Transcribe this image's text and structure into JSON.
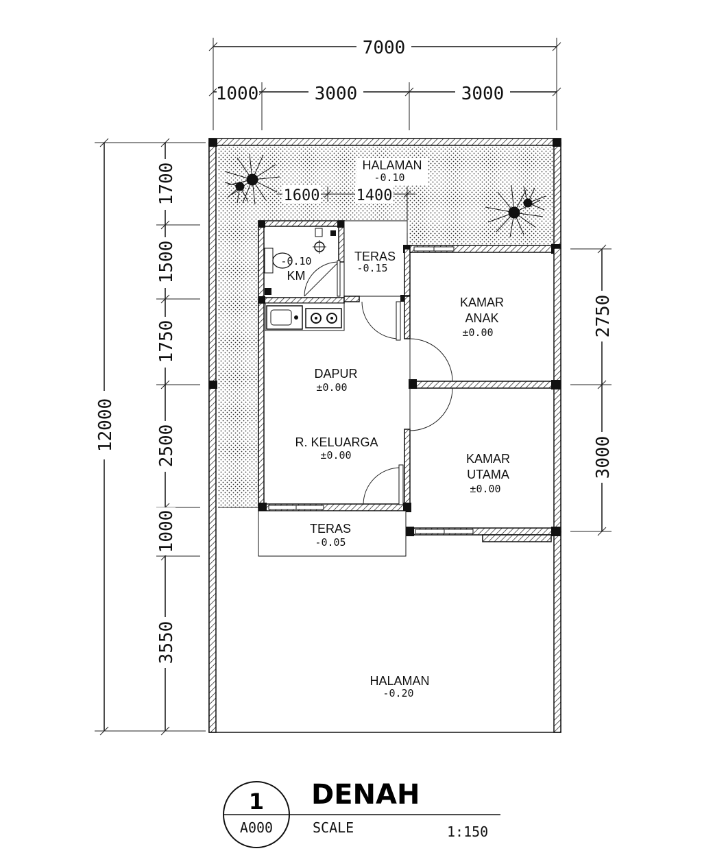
{
  "dimensions": {
    "total_width": "7000",
    "top": [
      "1000",
      "3000",
      "3000"
    ],
    "total_length": "12000",
    "left": [
      "1700",
      "1500",
      "1750",
      "2500",
      "1000",
      "3550"
    ],
    "right": [
      "2750",
      "3000"
    ],
    "inner": [
      "1600",
      "1400"
    ]
  },
  "rooms": {
    "halaman_top": {
      "name": "HALAMAN",
      "level": "-0.10"
    },
    "km": {
      "name": "KM",
      "level": "-0.10"
    },
    "teras_back": {
      "name": "TERAS",
      "level": "-0.15"
    },
    "kamar_anak": {
      "name1": "KAMAR",
      "name2": "ANAK",
      "level": "±0.00"
    },
    "dapur": {
      "name": "DAPUR",
      "level": "±0.00"
    },
    "r_keluarga": {
      "name": "R. KELUARGA",
      "level": "±0.00"
    },
    "kamar_utama": {
      "name1": "KAMAR",
      "name2": "UTAMA",
      "level": "±0.00"
    },
    "teras_front": {
      "name": "TERAS",
      "level": "-0.05"
    },
    "halaman_bottom": {
      "name": "HALAMAN",
      "level": "-0.20"
    }
  },
  "title_block": {
    "number": "1",
    "sheet": "A000",
    "title": "DENAH",
    "scale_label": "SCALE",
    "scale_value": "1:150"
  }
}
